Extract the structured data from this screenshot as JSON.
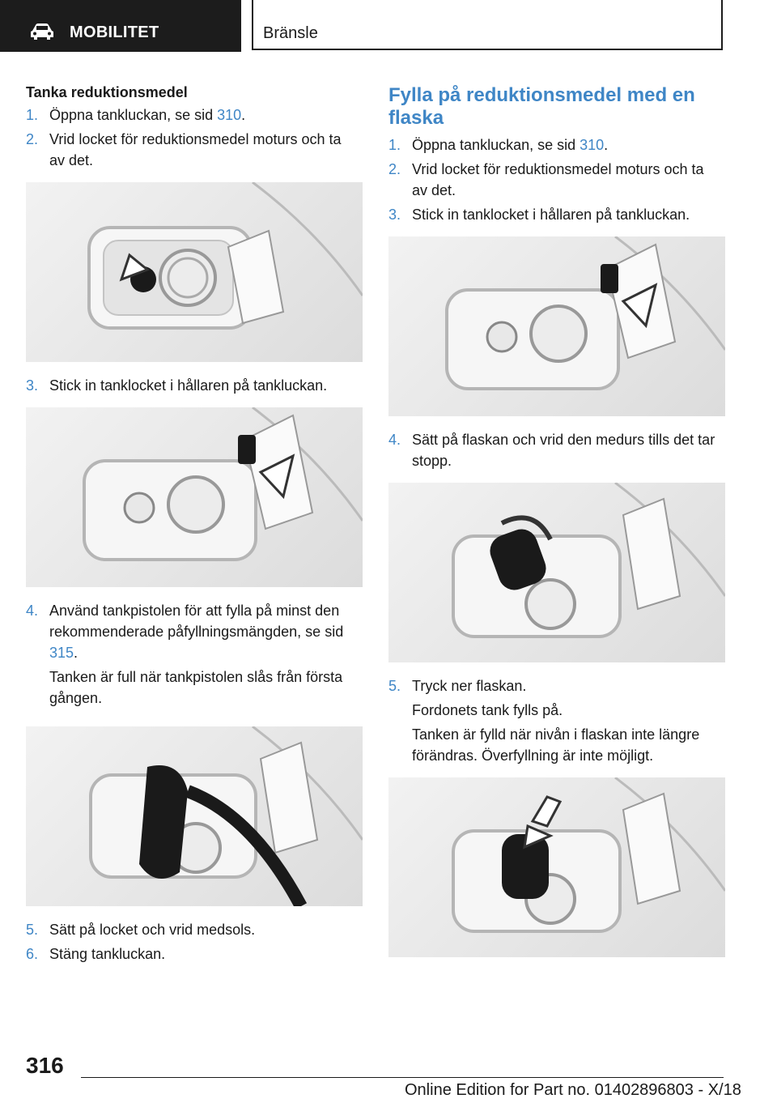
{
  "header": {
    "section": "MOBILITET",
    "chapter": "Bränsle",
    "car_icon": "car-icon"
  },
  "left": {
    "heading": "Tanka reduktionsmedel",
    "steps": [
      {
        "num": "1.",
        "text": "Öppna tankluckan, se sid ",
        "link": "310",
        "after": "."
      },
      {
        "num": "2.",
        "text": "Vrid locket för reduktionsmedel moturs och ta av det."
      },
      {
        "num": "3.",
        "text": "Stick in tanklocket i hållaren på tankluckan."
      },
      {
        "num": "4.",
        "text": "Använd tankpistolen för att fylla på minst den rekommenderade påfyllningsmängden, se sid ",
        "link": "315",
        "after": ".",
        "note": "Tanken är full när tankpistolen slås från första gången."
      },
      {
        "num": "5.",
        "text": "Sätt på locket och vrid medsols."
      },
      {
        "num": "6.",
        "text": "Stäng tankluckan."
      }
    ]
  },
  "right": {
    "heading": "Fylla på reduktionsmedel med en flaska",
    "steps": [
      {
        "num": "1.",
        "text": "Öppna tankluckan, se sid ",
        "link": "310",
        "after": "."
      },
      {
        "num": "2.",
        "text": "Vrid locket för reduktionsmedel moturs och ta av det."
      },
      {
        "num": "3.",
        "text": "Stick in tanklocket i hållaren på tankluckan."
      },
      {
        "num": "4.",
        "text": "Sätt på flaskan och vrid den medurs tills det tar stopp."
      },
      {
        "num": "5.",
        "text": "Tryck ner flaskan.",
        "note": "Fordonets tank fylls på.",
        "note2": "Tanken är fylld när nivån i flaskan inte längre förändras. Överfyllning är inte möjligt."
      }
    ]
  },
  "footer": {
    "page_number": "316",
    "edition": "Online Edition for Part no. 01402896803 - X/18"
  },
  "colors": {
    "accent": "#3f86c6",
    "header_bg": "#1c1c1c"
  }
}
